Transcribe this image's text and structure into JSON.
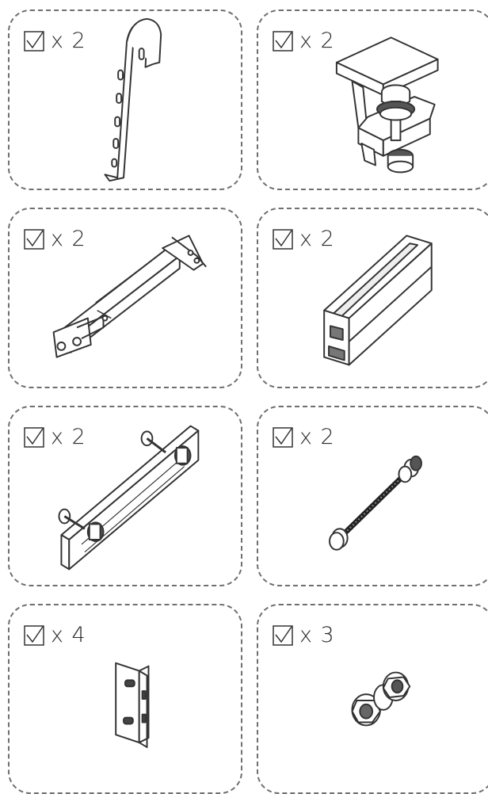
{
  "parts": [
    {
      "id": "roof-hook",
      "icon": "roof-hook-icon",
      "quantity": "x 2"
    },
    {
      "id": "end-clamp",
      "icon": "end-clamp-icon",
      "quantity": "x 2"
    },
    {
      "id": "adjustable-rear-leg",
      "icon": "adjustable-leg-icon",
      "quantity": "x 2"
    },
    {
      "id": "mounting-rail",
      "icon": "rail-icon",
      "quantity": "x 2"
    },
    {
      "id": "rail-splice",
      "icon": "rail-splice-icon",
      "quantity": "x 2"
    },
    {
      "id": "hex-bolt",
      "icon": "long-bolt-icon",
      "quantity": "x 2"
    },
    {
      "id": "l-bracket",
      "icon": "l-bracket-icon",
      "quantity": "x 4"
    },
    {
      "id": "bolt-nut-set",
      "icon": "bolt-nut-set-icon",
      "quantity": "x 3"
    }
  ]
}
